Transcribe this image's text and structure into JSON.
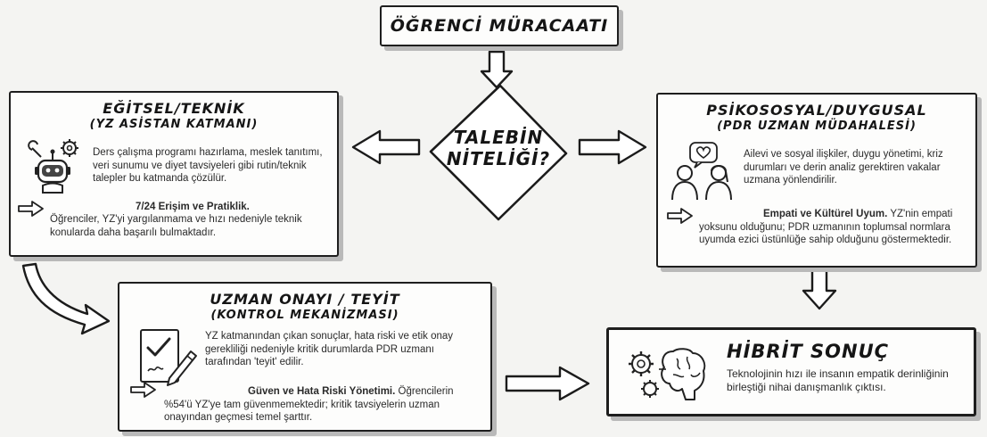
{
  "top": {
    "title": "ÖĞRENCİ MÜRACAATI"
  },
  "center": {
    "line1": "TALEBİN",
    "line2": "NİTELİĞİ?"
  },
  "left": {
    "title": "EĞİTSEL/TEKNİK",
    "subtitle": "(YZ ASİSTAN KATMANI)",
    "desc": "Ders çalışma programı hazırlama, meslek tanıtımı, veri sunumu ve diyet tavsiyeleri gibi rutin/teknik talepler bu katmanda çözülür.",
    "note_bold": "7/24 Erişim ve Pratiklik.",
    "note_text": "Öğrenciler, YZ'yi yargılanmama ve hızı nedeniyle teknik konularda daha başarılı bulmaktadır."
  },
  "right": {
    "title": "PSİKOSOSYAL/DUYGUSAL",
    "subtitle": "(PDR UZMAN MÜDAHALESİ)",
    "desc": "Ailevi ve sosyal ilişkiler, duygu yönetimi, kriz durumları ve derin analiz gerektiren vakalar uzmana yönlendirilir.",
    "note_bold": "Empati ve Kültürel Uyum.",
    "note_text": "YZ'nin empati yoksunu olduğunu; PDR uzmanının toplumsal normlara uyumda ezici üstünlüğe sahip olduğunu göstermektedir."
  },
  "middle": {
    "title": "UZMAN ONAYI / TEYİT",
    "subtitle": "(KONTROL MEKANİZMASI)",
    "desc": "YZ katmanından çıkan sonuçlar, hata riski ve etik onay gerekliliği nedeniyle kritik durumlarda PDR uzmanı tarafından 'teyit' edilir.",
    "note_bold": "Güven ve Hata Riski Yönetimi.",
    "note_text": "Öğrencilerin %54'ü YZ'ye tam güvenmemektedir; kritik tavsiyelerin uzman onayından geçmesi temel şarttır."
  },
  "result": {
    "title": "HİBRİT SONUÇ",
    "desc": "Teknolojinin hızı ile insanın empatik derinliğinin birleştiği nihai danışmanlık çıktısı."
  },
  "icons": [
    "robot-icon",
    "gear-icon",
    "wrench-icon",
    "heart-icon",
    "people-icon",
    "checklist-icon",
    "pen-icon",
    "brain-gears-icon",
    "hand-arrow-icon"
  ]
}
